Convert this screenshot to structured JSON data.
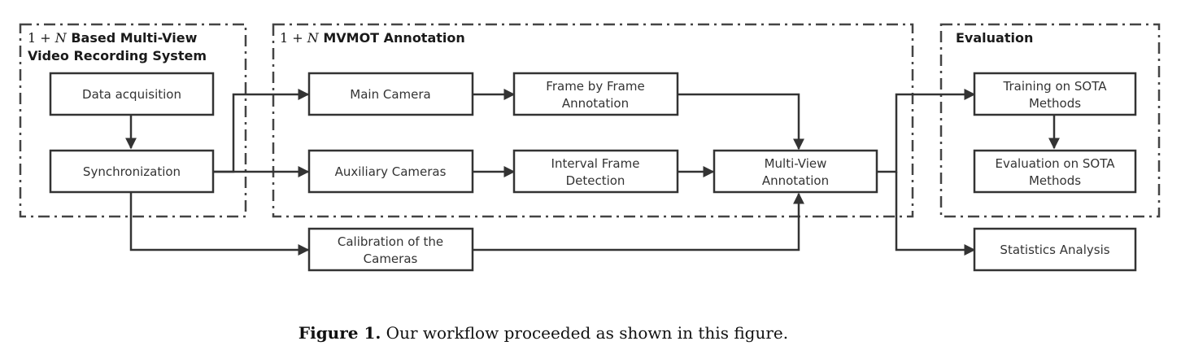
{
  "groups": {
    "recording": {
      "title_math": "1 + ",
      "title_var": "N",
      "title_line1": " Based Multi-View",
      "title_line2": "Video Recording System"
    },
    "annotation": {
      "title_math": "1 + ",
      "title_var": "N",
      "title_rest": " MVMOT Annotation"
    },
    "evaluation": {
      "title": "Evaluation"
    }
  },
  "nodes": {
    "data_acquisition": [
      "Data acquisition"
    ],
    "synchronization": [
      "Synchronization"
    ],
    "main_camera": [
      "Main Camera"
    ],
    "auxiliary_cameras": [
      "Auxiliary Cameras"
    ],
    "frame_by_frame": [
      "Frame by Frame",
      "Annotation"
    ],
    "interval_frame": [
      "Interval Frame",
      "Detection"
    ],
    "multi_view": [
      "Multi-View",
      "Annotation"
    ],
    "calibration": [
      "Calibration of the",
      "Cameras"
    ],
    "training": [
      "Training on SOTA",
      "Methods"
    ],
    "evaluation_sota": [
      "Evaluation on SOTA",
      "Methods"
    ],
    "statistics": [
      "Statistics Analysis"
    ]
  },
  "caption": {
    "label": "Figure 1.",
    "text": " Our workflow proceeded as shown in this figure."
  }
}
